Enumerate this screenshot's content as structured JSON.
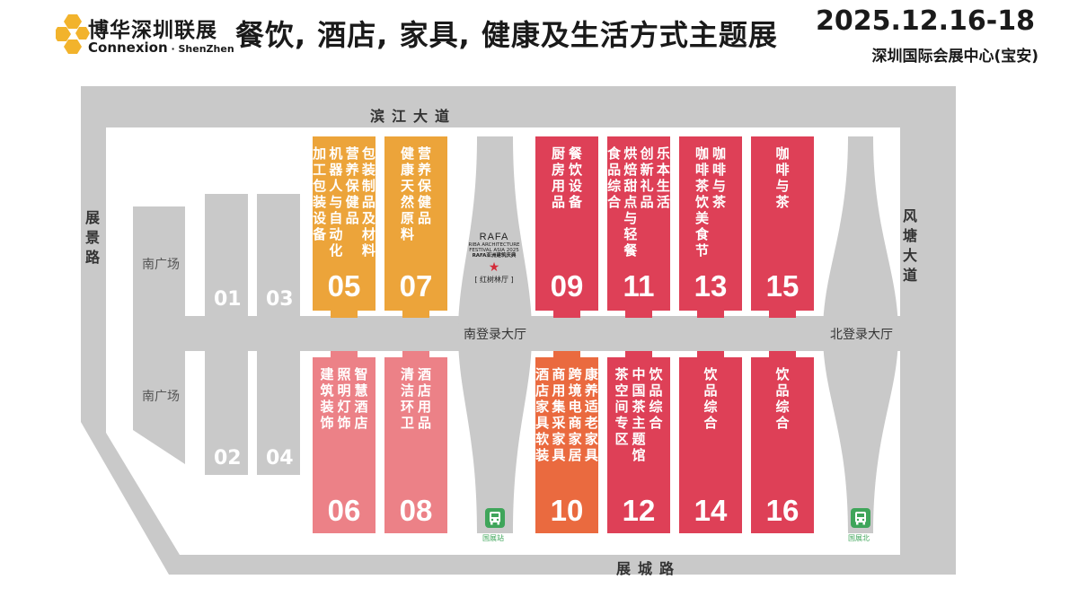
{
  "header": {
    "logo_cn": "博华深圳联展",
    "logo_en": "Connexion",
    "logo_en_suffix": "ShenZhen",
    "title": "餐饮, 酒店, 家具, 健康及生活方式主题展",
    "date": "2025.12.16-18",
    "venue": "深圳国际会展中心(宝安)"
  },
  "roads": {
    "north": "滨江大道",
    "south": "展城路",
    "west": "展景路",
    "east": "风塘大道"
  },
  "plaza": {
    "south_plaza_1": "南广场",
    "south_plaza_2": "南广场"
  },
  "gray_halls": [
    "01",
    "03",
    "02",
    "04"
  ],
  "halls": {
    "h05": {
      "number": "05",
      "lines": [
        "包装制品及材料",
        "营养保健品",
        "机器人与自动化",
        "加工包装设备"
      ]
    },
    "h07": {
      "number": "07",
      "lines": [
        "营养保健品",
        "健康天然原料"
      ]
    },
    "h09": {
      "number": "09",
      "lines": [
        "餐饮设备",
        "厨房用品"
      ]
    },
    "h11": {
      "number": "11",
      "lines": [
        "乐本生活",
        "创新礼品",
        "烘焙甜点与轻餐",
        "食品综合"
      ]
    },
    "h13": {
      "number": "13",
      "lines": [
        "咖啡与茶",
        "咖啡茶饮美食节"
      ]
    },
    "h15": {
      "number": "15",
      "lines": [
        "咖啡与茶"
      ]
    },
    "h06": {
      "number": "06",
      "lines": [
        "智慧酒店",
        "照明灯饰",
        "建筑装饰"
      ]
    },
    "h08": {
      "number": "08",
      "lines": [
        "酒店用品",
        "清洁环卫"
      ]
    },
    "h10": {
      "number": "10",
      "lines": [
        "康养适老家具",
        "跨境电商家居",
        "商用集采家具",
        "酒店家具软装"
      ]
    },
    "h12": {
      "number": "12",
      "lines": [
        "饮品综合",
        "中国茶主题馆",
        "茶空间专区"
      ]
    },
    "h14": {
      "number": "14",
      "lines": [
        "饮品综合"
      ]
    },
    "h16": {
      "number": "16",
      "lines": [
        "饮品综合"
      ]
    }
  },
  "lobbies": {
    "south": "南登录大厅",
    "north": "北登录大厅"
  },
  "rafa": {
    "logo": "RAFA",
    "line1": "RIBA ARCHITECTURE",
    "line2": "FESTIVAL ASIA 2025",
    "line3": "RAFA亚洲建筑庆典",
    "hall_name": "[ 红树林厅 ]"
  },
  "stations": {
    "west": "国展站",
    "east": "国展北"
  },
  "colors": {
    "orange": "#eca43a",
    "red": "#de4057",
    "pink": "#ec8187",
    "orange_red": "#ea6a3f",
    "gray": "#c9c9c9",
    "station_green": "#3fa55a"
  }
}
